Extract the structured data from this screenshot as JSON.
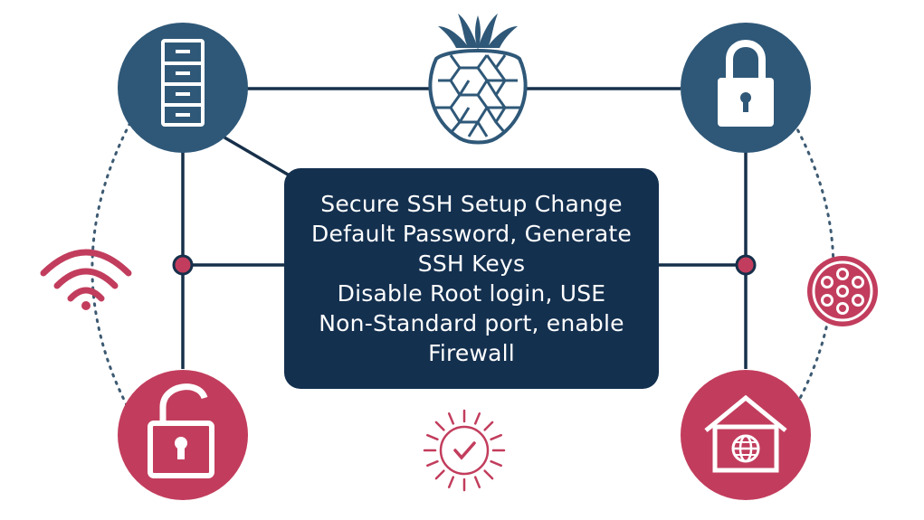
{
  "center_text": {
    "lines": [
      "Secure SSH Setup Change",
      "Default Password, Generate",
      "SSH Keys",
      "Disable Root login, USE",
      "Non-Standard port, enable",
      "Firewall"
    ]
  },
  "colors": {
    "navy": "#2f5878",
    "crimson": "#c23d5d",
    "box": "#14304f",
    "line": "#17304a",
    "dot": "#3d5a72"
  },
  "icons": [
    "server-icon",
    "raspberry-icon",
    "padlock-closed-icon",
    "wifi-icon",
    "padlock-open-icon",
    "sun-check-icon",
    "network-grid-icon",
    "home-globe-icon"
  ]
}
